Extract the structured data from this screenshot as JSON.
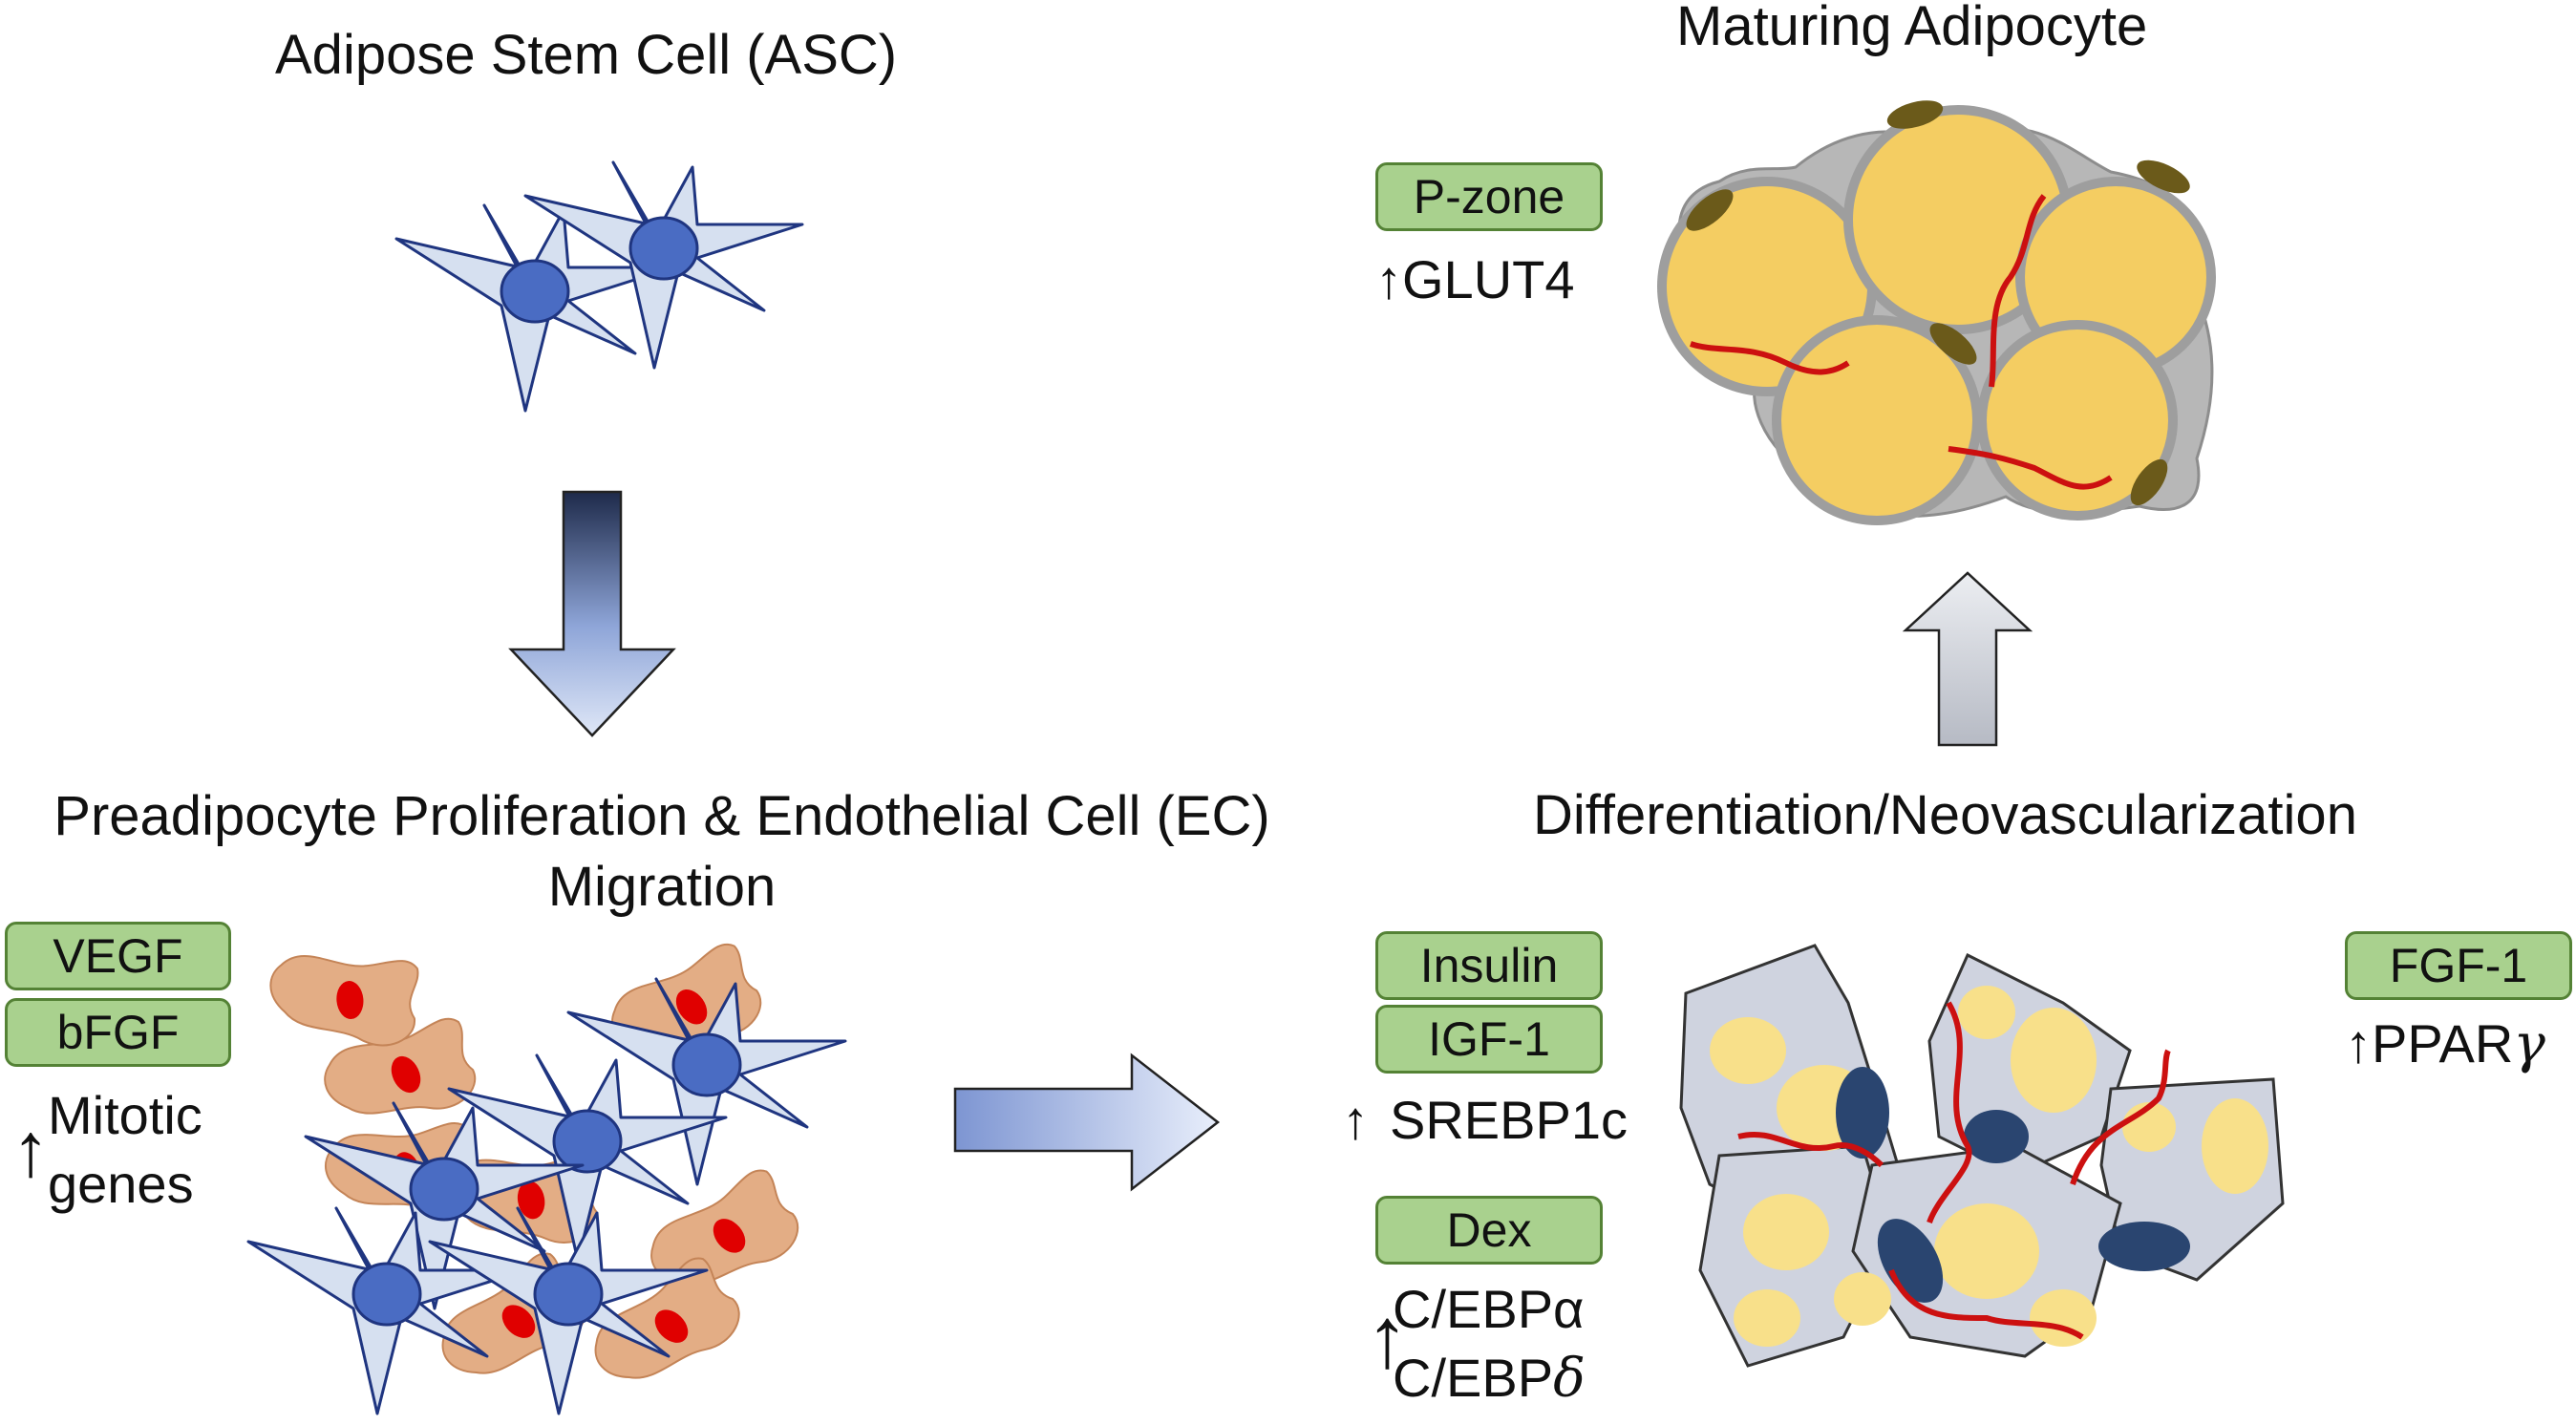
{
  "stages": {
    "asc": {
      "title": "Adipose Stem Cell (ASC)"
    },
    "proliferation": {
      "title_line1": "Preadipocyte Proliferation & Endothelial Cell (EC)",
      "title_line2": "Migration"
    },
    "differentiation": {
      "title": "Differentiation/Neovascularization"
    },
    "mature": {
      "title": "Maturing Adipocyte"
    }
  },
  "factors": {
    "proliferation": [
      "VEGF",
      "bFGF"
    ],
    "differentiation_insulin": [
      "Insulin",
      "IGF-1"
    ],
    "differentiation_dex": [
      "Dex"
    ],
    "differentiation_fgf": [
      "FGF-1"
    ],
    "mature": [
      "P-zone"
    ]
  },
  "markers": {
    "proliferation": [
      "Mitotic",
      "genes"
    ],
    "insulin": "SREBP1c",
    "dex": [
      "C/EBPα",
      "C/EBP",
      "δ"
    ],
    "fgf": "PPAR",
    "fgf_symbol": "γ",
    "mature": "GLUT4"
  },
  "symbols": {
    "up_arrow": "↑"
  },
  "colors": {
    "stem_cell_fill": "#d6e0f0",
    "stem_cell_outline": "#1f3580",
    "nucleus": "#4a6cc3",
    "endothelial_fill": "#e3ad85",
    "endothelial_nucleus": "#e00000",
    "adipocyte_fill": "#f4cd62",
    "adipocyte_rim": "#9e9e9e",
    "mature_nucleus": "#6b5a1a",
    "lipid_droplet": "#f8e08a",
    "diff_cell_fill": "#cfd3df",
    "diff_nucleus": "#2a4570",
    "vessel": "#cc1010",
    "factor_box": "#a9d18e",
    "factor_box_border": "#548235"
  }
}
